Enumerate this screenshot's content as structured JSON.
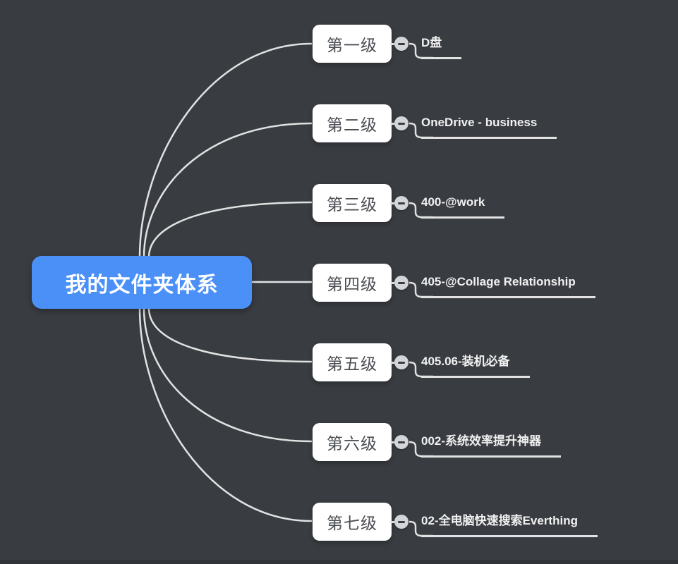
{
  "app": {
    "title": "folder-structure-mindmap",
    "colors": {
      "background": "#393c41",
      "root_node": "#4a90f7",
      "branch_node": "#ffffff",
      "branch_text": "#4b4e53",
      "line": "#e2e2e2",
      "label_text": "#f1f1f1"
    }
  },
  "root": {
    "label": "我的文件夹体系"
  },
  "branches": [
    {
      "level": "第一级",
      "label": "D盘"
    },
    {
      "level": "第二级",
      "label": "OneDrive - business"
    },
    {
      "level": "第三级",
      "label": "400-@work"
    },
    {
      "level": "第四级",
      "label": "405-@Collage Relationship"
    },
    {
      "level": "第五级",
      "label": "405.06-装机必备"
    },
    {
      "level": "第六级",
      "label": "002-系统效率提升神器"
    },
    {
      "level": "第七级",
      "label": "02-全电脑快速搜索Everthing"
    }
  ]
}
